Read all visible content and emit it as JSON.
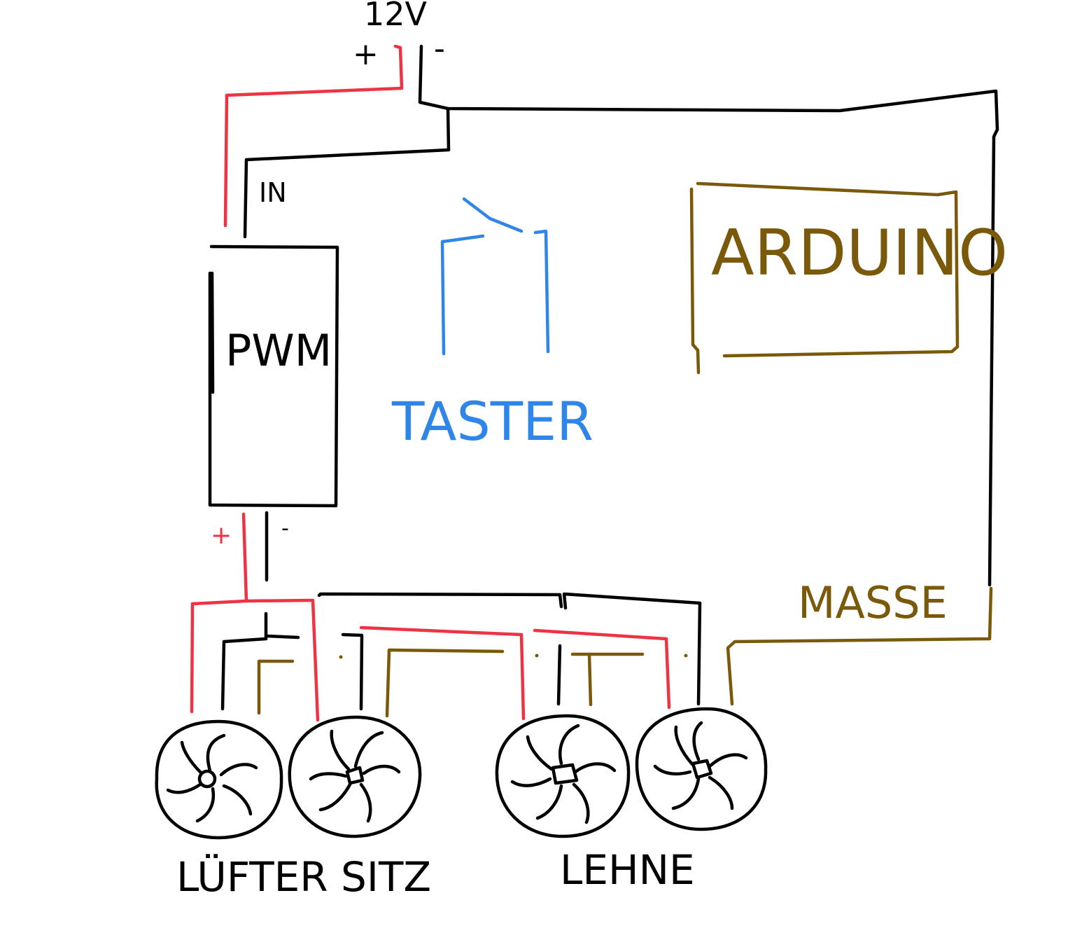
{
  "supply": {
    "voltage": "12V",
    "plus": "+",
    "minus": "-"
  },
  "pwm": {
    "label": "PWM",
    "input": "IN",
    "out_plus": "+",
    "out_minus": "-"
  },
  "switch": {
    "label": "TASTER"
  },
  "controller": {
    "label": "ARDUINO"
  },
  "ground": {
    "label": "MASSE"
  },
  "fans": {
    "seat_label": "LÜFTER SITZ",
    "back_label": "LEHNE"
  },
  "colors": {
    "ground_wire": "#000000",
    "positive_wire": "#ee3344",
    "arduino_wire": "#7a5a0a",
    "switch": "#2f86e8"
  }
}
